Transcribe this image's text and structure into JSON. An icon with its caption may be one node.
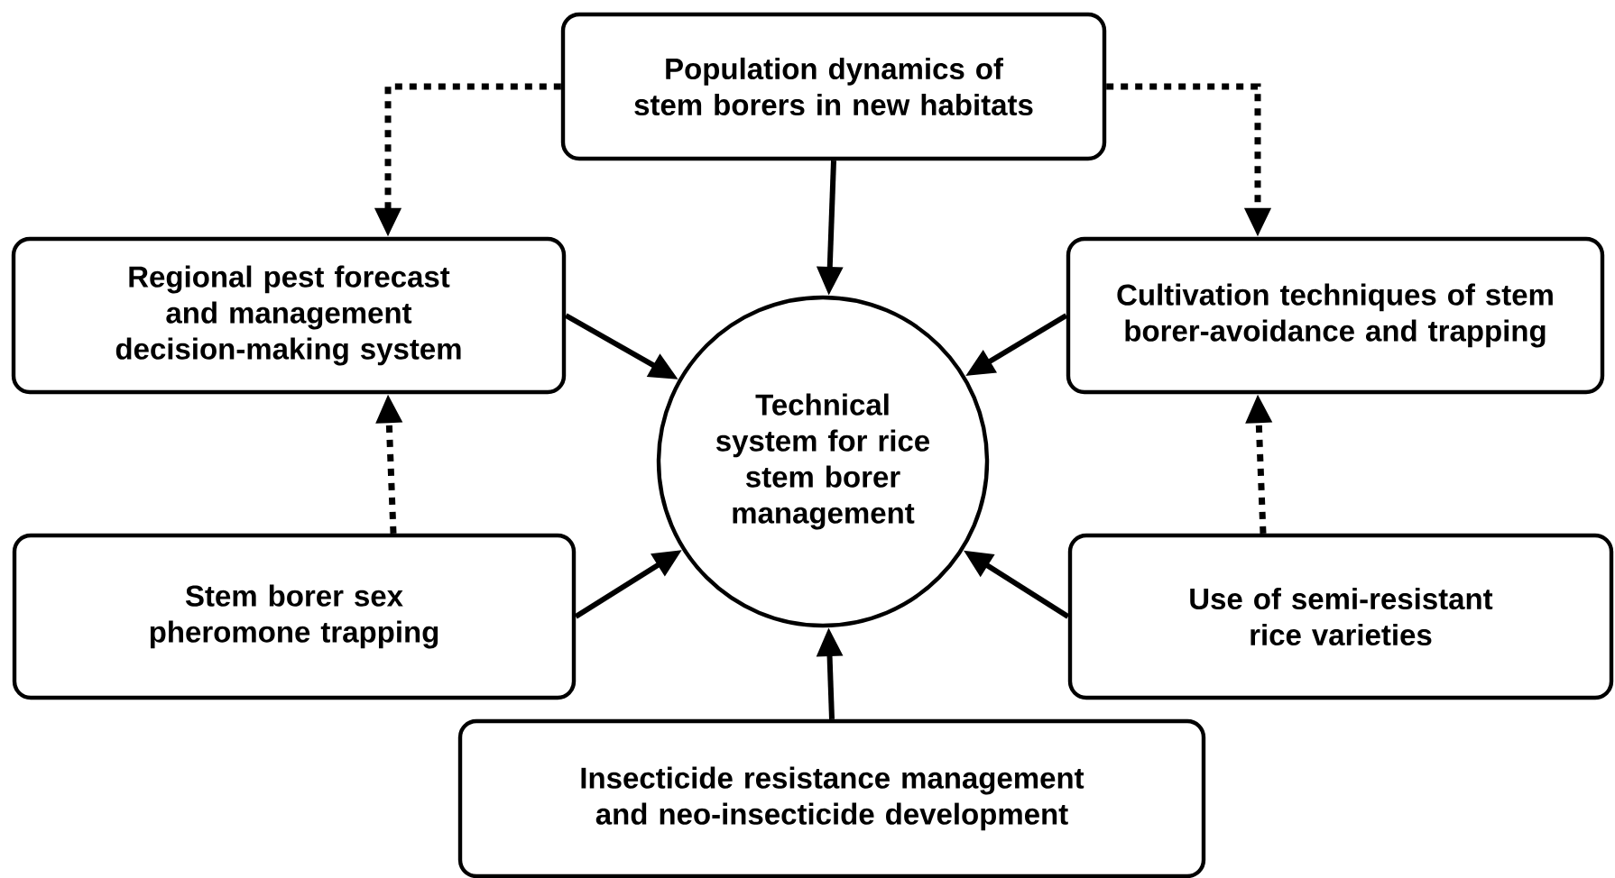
{
  "diagram": {
    "nodes": [
      {
        "text": [
          "Population dynamics of stem borers in new habitats"
        ]
      },
      {
        "text": [
          "Regional pest forecast and management decision-making system"
        ]
      },
      {
        "text": [
          "Technical system for rice stem borer management"
        ]
      },
      {
        "text": [
          "Cultivation techniques of stem borer-avoidance and trapping"
        ]
      },
      {
        "text": [
          "Stem borer sex pheromone trapping"
        ]
      },
      {
        "text": [
          "Use of semi-resistant rice varieties"
        ]
      },
      {
        "text": [
          "Insecticide resistance management and neo-insecticide development"
        ]
      }
    ],
    "edges": [
      {
        "from": 0,
        "to": 1,
        "arrow": "to",
        "style": "dashed"
      },
      {
        "from": 0,
        "to": 3,
        "arrow": "to",
        "style": "dashed"
      },
      {
        "from": 0,
        "to": 2,
        "arrow": "to"
      },
      {
        "from": 1,
        "to": 2,
        "arrow": "to"
      },
      {
        "from": 3,
        "to": 2,
        "arrow": "to"
      },
      {
        "from": 4,
        "to": 1,
        "arrow": "to",
        "style": "dashed"
      },
      {
        "from": 5,
        "to": 3,
        "arrow": "to",
        "style": "dashed"
      },
      {
        "from": 4,
        "to": 2,
        "arrow": "to"
      },
      {
        "from": 5,
        "to": 2,
        "arrow": "to"
      },
      {
        "from": 6,
        "to": 2,
        "arrow": "to"
      }
    ]
  }
}
